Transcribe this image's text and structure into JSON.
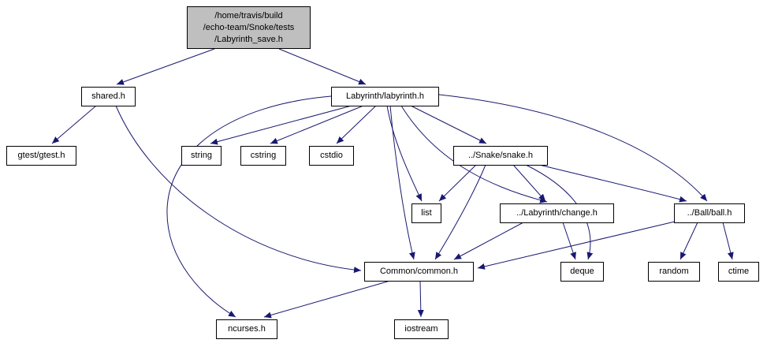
{
  "diagram": {
    "kind": "include-dependency-graph",
    "colors": {
      "edge": "#191970",
      "root_fill": "#bfbfbf",
      "node_fill": "#ffffff",
      "node_border": "#000000"
    },
    "root": {
      "label_lines": [
        "/home/travis/build",
        "/echo-team/Snoke/tests",
        "/Labyrinth_save.h"
      ]
    },
    "nodes": {
      "shared": {
        "label": "shared.h"
      },
      "labyrinth": {
        "label": "Labyrinth/labyrinth.h"
      },
      "gtest": {
        "label": "gtest/gtest.h"
      },
      "string": {
        "label": "string"
      },
      "cstring": {
        "label": "cstring"
      },
      "cstdio": {
        "label": "cstdio"
      },
      "snake": {
        "label": "../Snake/snake.h"
      },
      "list": {
        "label": "list"
      },
      "change": {
        "label": "../Labyrinth/change.h"
      },
      "ball": {
        "label": "../Ball/ball.h"
      },
      "common": {
        "label": "Common/common.h"
      },
      "deque": {
        "label": "deque"
      },
      "random": {
        "label": "random"
      },
      "ctime": {
        "label": "ctime"
      },
      "ncurses": {
        "label": "ncurses.h"
      },
      "iostream": {
        "label": "iostream"
      }
    },
    "edges": [
      {
        "from": "/home/travis/build/echo-team/Snoke/tests/Labyrinth_save.h",
        "to": "shared.h"
      },
      {
        "from": "/home/travis/build/echo-team/Snoke/tests/Labyrinth_save.h",
        "to": "Labyrinth/labyrinth.h"
      },
      {
        "from": "shared.h",
        "to": "gtest/gtest.h"
      },
      {
        "from": "shared.h",
        "to": "Common/common.h"
      },
      {
        "from": "Labyrinth/labyrinth.h",
        "to": "string"
      },
      {
        "from": "Labyrinth/labyrinth.h",
        "to": "cstring"
      },
      {
        "from": "Labyrinth/labyrinth.h",
        "to": "cstdio"
      },
      {
        "from": "Labyrinth/labyrinth.h",
        "to": "list"
      },
      {
        "from": "Labyrinth/labyrinth.h",
        "to": "../Snake/snake.h"
      },
      {
        "from": "Labyrinth/labyrinth.h",
        "to": "../Labyrinth/change.h"
      },
      {
        "from": "Labyrinth/labyrinth.h",
        "to": "../Ball/ball.h"
      },
      {
        "from": "Labyrinth/labyrinth.h",
        "to": "Common/common.h"
      },
      {
        "from": "Labyrinth/labyrinth.h",
        "to": "ncurses.h"
      },
      {
        "from": "../Snake/snake.h",
        "to": "list"
      },
      {
        "from": "../Snake/snake.h",
        "to": "../Labyrinth/change.h"
      },
      {
        "from": "../Snake/snake.h",
        "to": "../Ball/ball.h"
      },
      {
        "from": "../Snake/snake.h",
        "to": "Common/common.h"
      },
      {
        "from": "../Snake/snake.h",
        "to": "deque"
      },
      {
        "from": "../Labyrinth/change.h",
        "to": "Common/common.h"
      },
      {
        "from": "../Labyrinth/change.h",
        "to": "deque"
      },
      {
        "from": "../Ball/ball.h",
        "to": "Common/common.h"
      },
      {
        "from": "../Ball/ball.h",
        "to": "random"
      },
      {
        "from": "../Ball/ball.h",
        "to": "ctime"
      },
      {
        "from": "Common/common.h",
        "to": "ncurses.h"
      },
      {
        "from": "Common/common.h",
        "to": "iostream"
      }
    ]
  }
}
